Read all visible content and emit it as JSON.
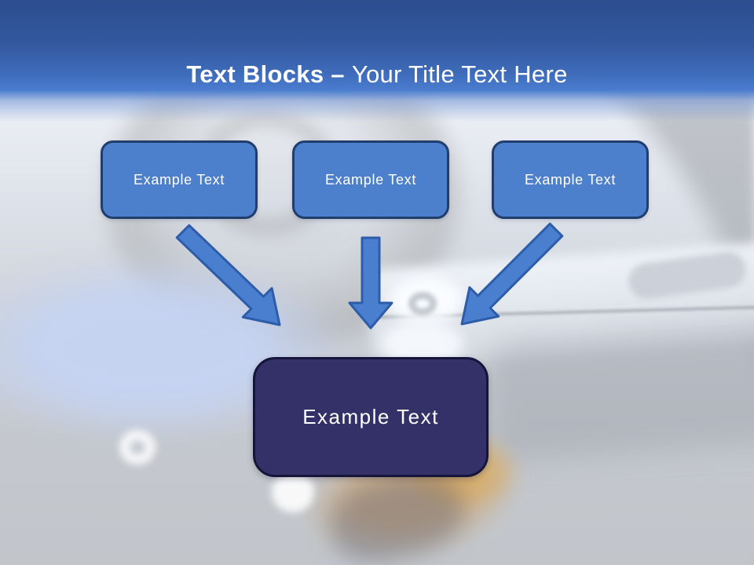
{
  "slide": {
    "title": {
      "bold": "Text Blocks –",
      "regular": "Your Title Text Here"
    },
    "text_blocks": [
      {
        "label": "Example Text"
      },
      {
        "label": "Example Text"
      },
      {
        "label": "Example Text"
      }
    ],
    "central_block": {
      "label": "Example Text"
    }
  },
  "colors": {
    "header-top": "#2b4d8e",
    "header-mid": "#3e6bb9",
    "header-bottom": "#4a7ccf",
    "title-text": "#ffffff",
    "block-fill": "#4d80cc",
    "block-border": "#203d6d",
    "block-text": "#ffffff",
    "central-fill": "#343168",
    "central-border": "#15153c",
    "central-text": "#ffffff",
    "arrow-fill": "#4a7fd0",
    "arrow-stroke": "#2d5ca8"
  }
}
